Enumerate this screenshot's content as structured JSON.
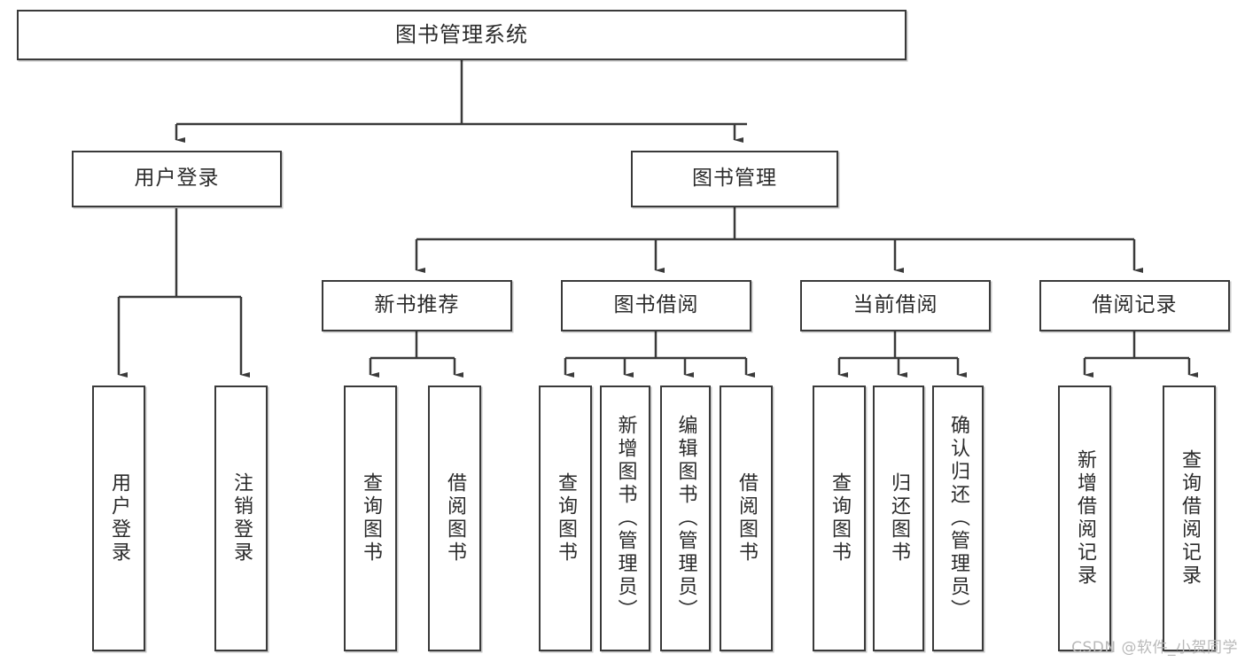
{
  "diagram": {
    "title": "图书管理系统",
    "root": {
      "label": "图书管理系统"
    },
    "level1": [
      {
        "label": "用户登录"
      },
      {
        "label": "图书管理"
      }
    ],
    "level2": [
      {
        "label": "新书推荐"
      },
      {
        "label": "图书借阅"
      },
      {
        "label": "当前借阅"
      },
      {
        "label": "借阅记录"
      }
    ],
    "leaves": {
      "user_login": [
        {
          "label": "用户登录"
        },
        {
          "label": "注销登录"
        }
      ],
      "new_book_recommend": [
        {
          "label": "查询图书"
        },
        {
          "label": "借阅图书"
        }
      ],
      "book_borrow": [
        {
          "label": "查询图书"
        },
        {
          "label": "新增图书（管理员）"
        },
        {
          "label": "编辑图书（管理员）"
        },
        {
          "label": "借阅图书"
        }
      ],
      "current_borrow": [
        {
          "label": "查询图书"
        },
        {
          "label": "归还图书"
        },
        {
          "label": "确认归还（管理员）"
        }
      ],
      "borrow_record": [
        {
          "label": "新增借阅记录"
        },
        {
          "label": "查询借阅记录"
        }
      ]
    },
    "watermark": "CSDN @软件_小贺同学",
    "colors": {
      "stroke": "#3a3a3a",
      "fill": "#ffffff",
      "text": "#2b2b2b",
      "watermark": "#b9b9b9"
    }
  }
}
